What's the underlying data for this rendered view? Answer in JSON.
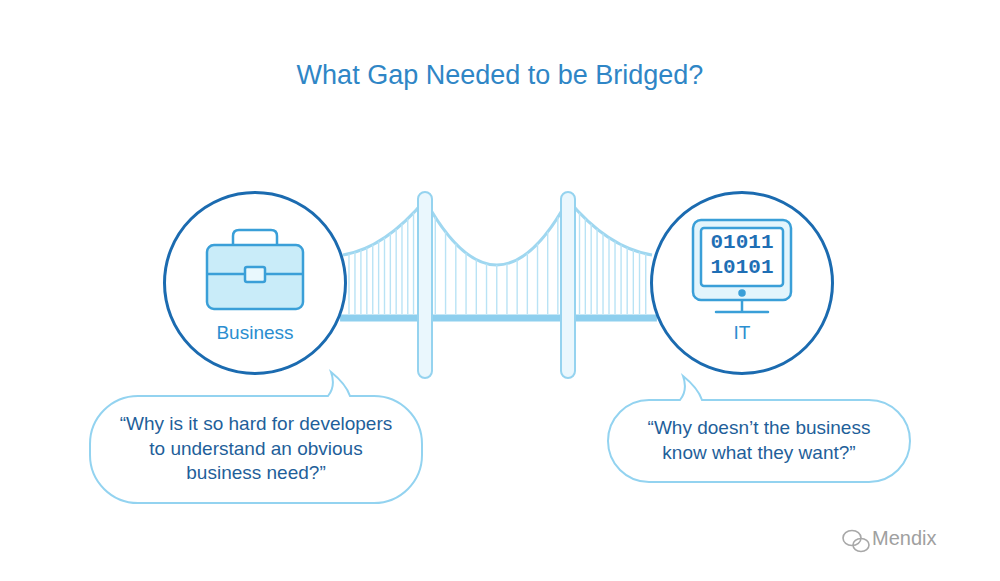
{
  "diagram": {
    "title": "What Gap Needed to be Bridged?",
    "nodes": [
      {
        "text": [
          "Business"
        ]
      },
      {
        "text": [
          "IT"
        ]
      },
      {
        "text": [
          "“Why is it so hard for developers to understand an obvious business need?”"
        ]
      },
      {
        "text": [
          "“Why doesn’t the business know what they want?”"
        ]
      }
    ],
    "edges": [
      {
        "from": 0,
        "to": 1,
        "arrow": "none"
      }
    ],
    "labels": [
      "01011",
      "10101",
      "Mendix"
    ]
  }
}
